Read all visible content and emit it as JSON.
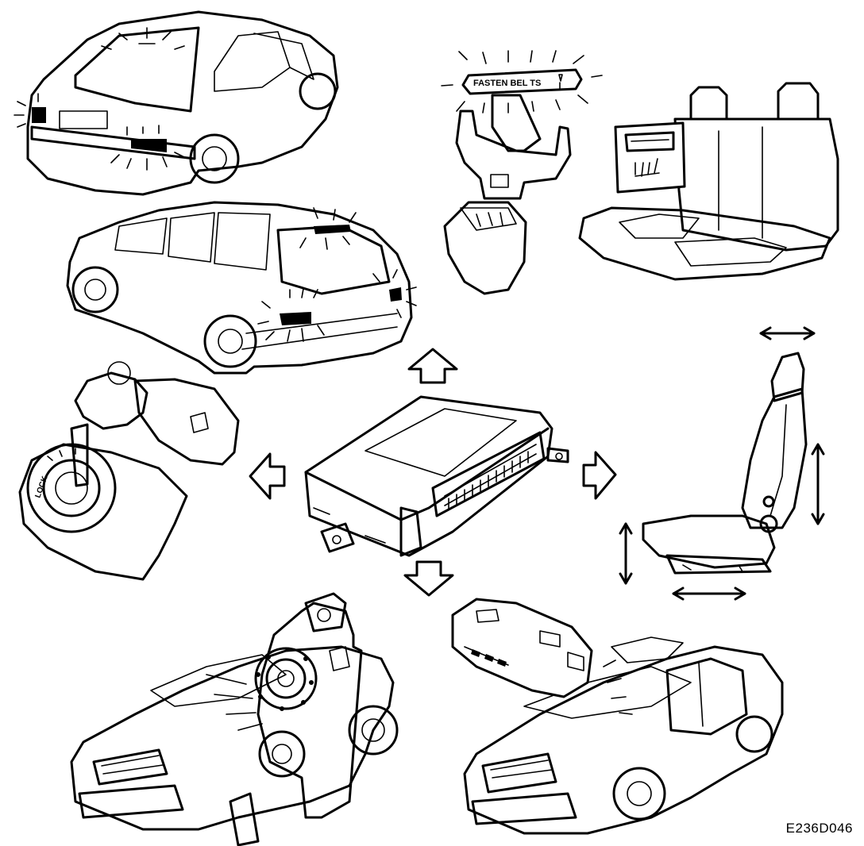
{
  "drawing": {
    "belt_label": "FASTEN BEL TS",
    "ignition_label": "LOCK",
    "figure_code": "E236D046"
  }
}
